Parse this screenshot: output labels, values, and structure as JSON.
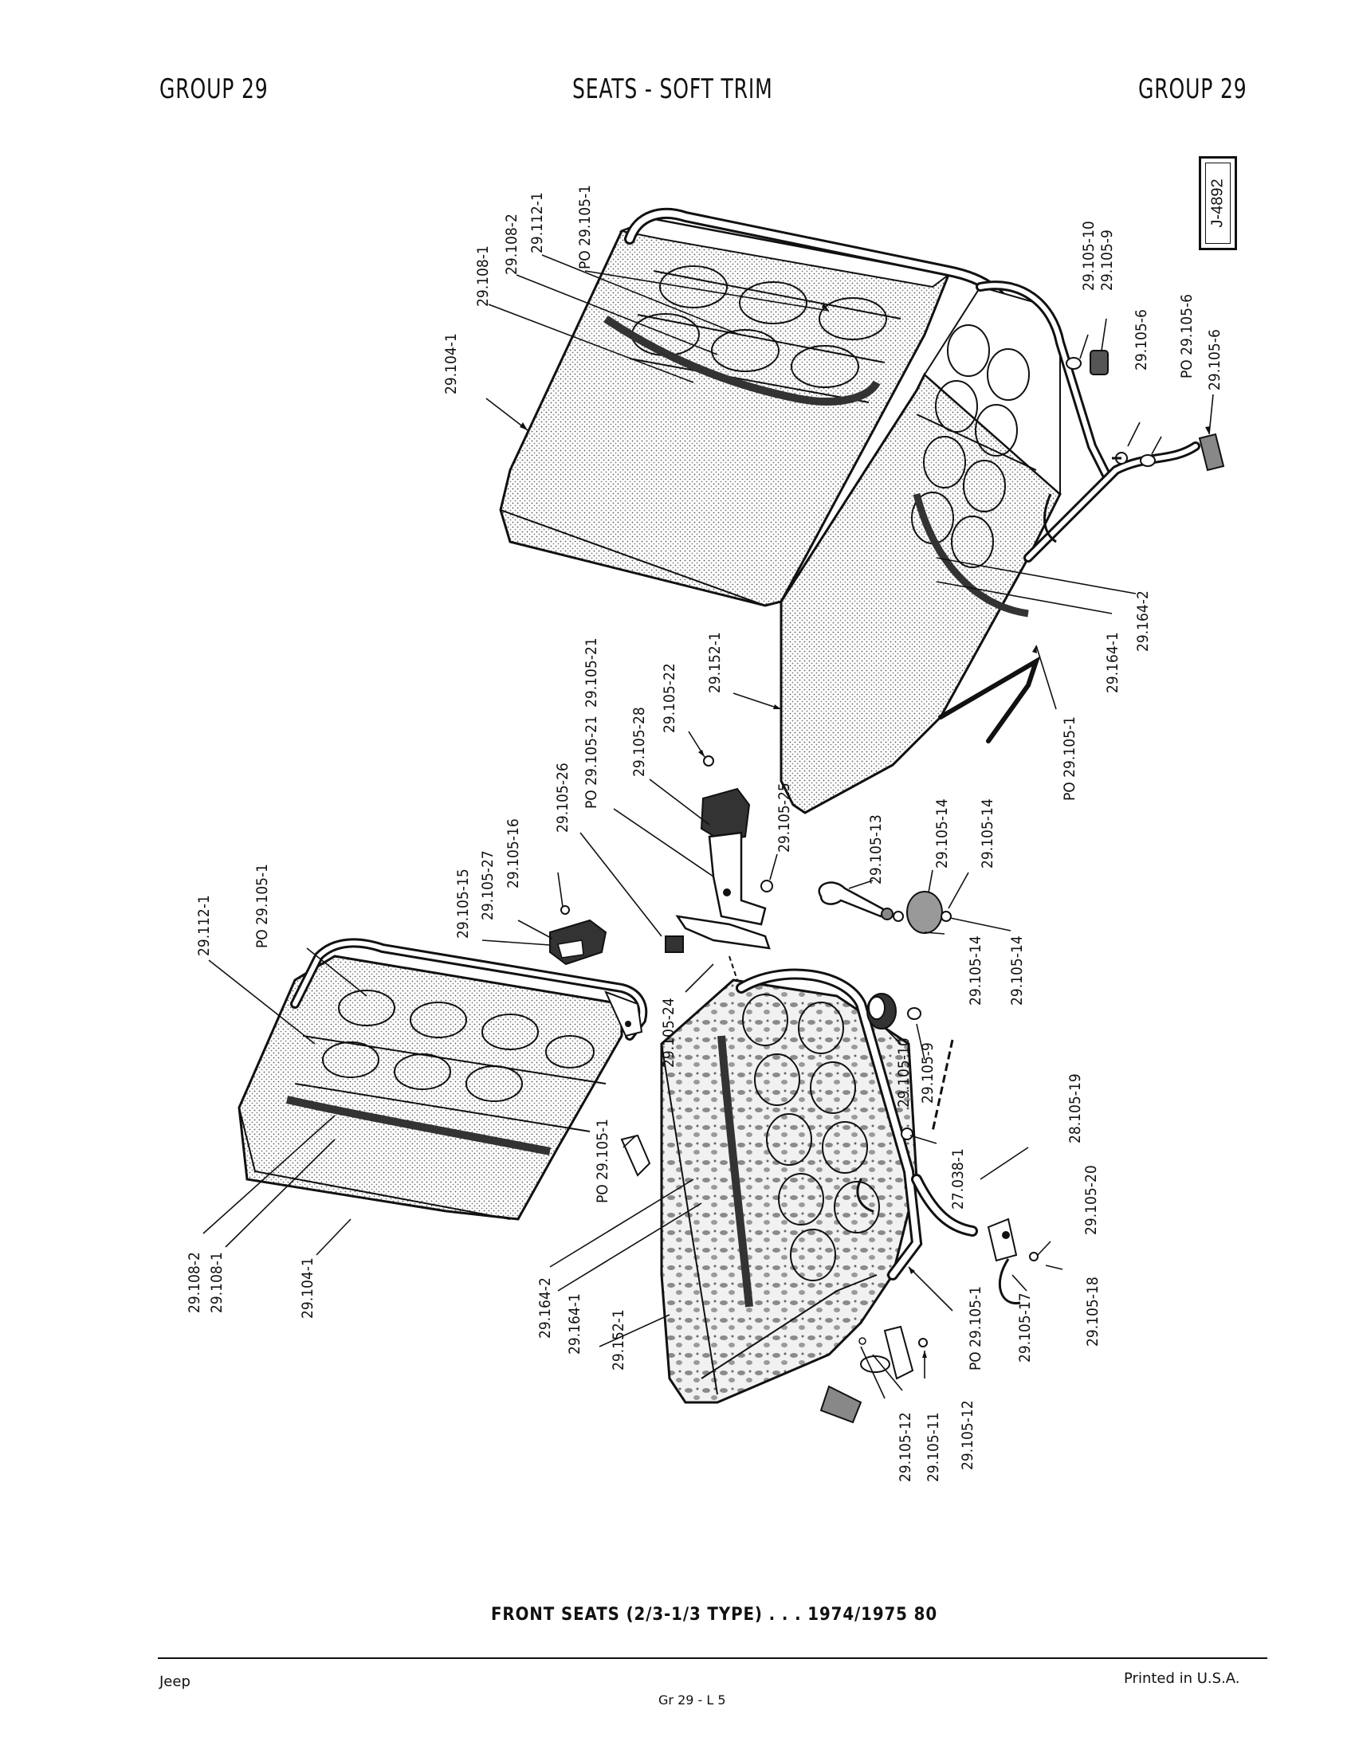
{
  "header": {
    "left": "GROUP 29",
    "center": "SEATS - SOFT TRIM",
    "right": "GROUP 29"
  },
  "ref_code": "J-4892",
  "callouts": [
    "29.104-1",
    "29.108-1",
    "29.108-2",
    "29.112-1",
    "PO 29.105-1",
    "29.105-10",
    "29.105-9",
    "29.105-6",
    "PO 29.105-6",
    "29.105-6",
    "29.164-2",
    "29.164-1",
    "PO 29.105-1",
    "29.152-1",
    "29.105-22",
    "29.105-28",
    "PO 29.105-21",
    "29.105-21",
    "29.105-26",
    "29.105-25",
    "29.105-16",
    "29.105-27",
    "29.105-15",
    "PO 29.105-1",
    "29.112-1",
    "29.105-13",
    "29.105-14",
    "29.105-14",
    "29.105-14",
    "29.105-14",
    "29.105-24",
    "29.105-10",
    "29.105-9",
    "27.038-1",
    "28.105-19",
    "29.105-20",
    "29.105-18",
    "29.105-17",
    "PO 29.105-1",
    "29.105-12",
    "29.105-11",
    "29.105-12",
    "29.152-1",
    "29.164-1",
    "29.164-2",
    "PO 29.105-1",
    "29.108-2",
    "29.108-1",
    "29.104-1"
  ],
  "caption": "FRONT SEATS (2/3-1/3 TYPE) . . . 1974/1975 80",
  "footer": {
    "left": "Jeep",
    "center": "Gr 29 - L 5",
    "right": "Printed in U.S.A."
  }
}
